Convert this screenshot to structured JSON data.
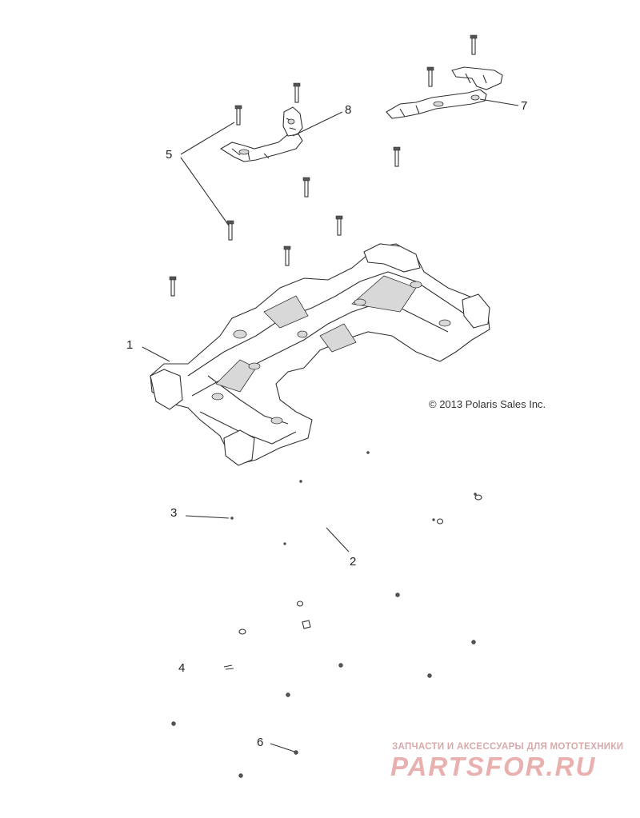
{
  "callouts": [
    {
      "id": "1",
      "label": "1"
    },
    {
      "id": "2",
      "label": "2"
    },
    {
      "id": "3",
      "label": "3"
    },
    {
      "id": "4",
      "label": "4"
    },
    {
      "id": "5",
      "label": "5"
    },
    {
      "id": "6",
      "label": "6"
    },
    {
      "id": "7",
      "label": "7"
    },
    {
      "id": "8",
      "label": "8"
    }
  ],
  "copyright": "© 2013 Polaris Sales Inc.",
  "watermark": {
    "tagline": "ЗАПЧАСТИ И АКСЕССУАРЫ ДЛЯ МОТОТЕХНИКИ",
    "logo": "PARTSFOR.RU"
  },
  "colors": {
    "line": "#333333",
    "watermark": "#e9b0b0"
  }
}
